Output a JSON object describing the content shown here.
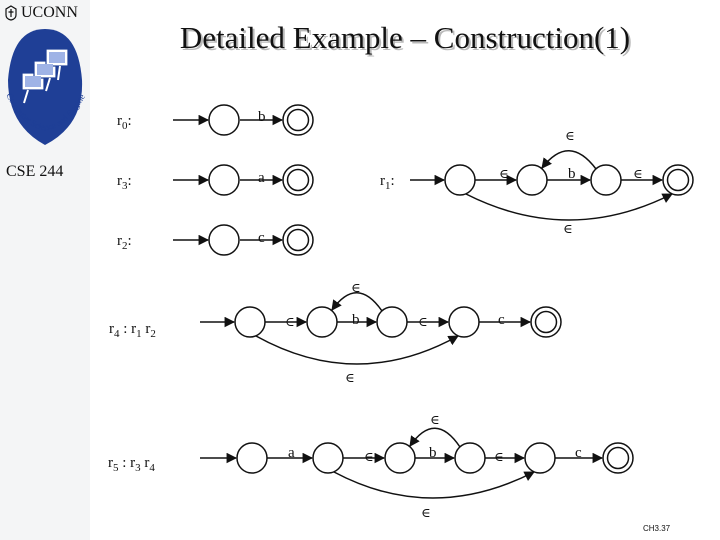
{
  "brand": {
    "name": "UCONN",
    "dept_logo_text": "Computer Science and Engineering"
  },
  "sidebar": {
    "course": "CSE 244"
  },
  "title": "Detailed Example – Construction(1)",
  "footer": "CH3.37",
  "regex_labels": {
    "r0": {
      "base": "r",
      "sub": "0",
      "suffix": ":"
    },
    "r3": {
      "base": "r",
      "sub": "3",
      "suffix": ":"
    },
    "r2": {
      "base": "r",
      "sub": "2",
      "suffix": ":"
    },
    "r1": {
      "base": "r",
      "sub": "1",
      "suffix": ":"
    },
    "r4": {
      "base": "r",
      "sub": "4",
      "mid": " : r",
      "sub2": "1",
      "mid2": " r",
      "sub3": "2"
    },
    "r5": {
      "base": "r",
      "sub": "5",
      "mid": " : r",
      "sub2": "3",
      "mid2": " r",
      "sub3": "4"
    }
  },
  "symbols": {
    "a": "a",
    "b": "b",
    "c": "c",
    "epsilon": "∈"
  }
}
